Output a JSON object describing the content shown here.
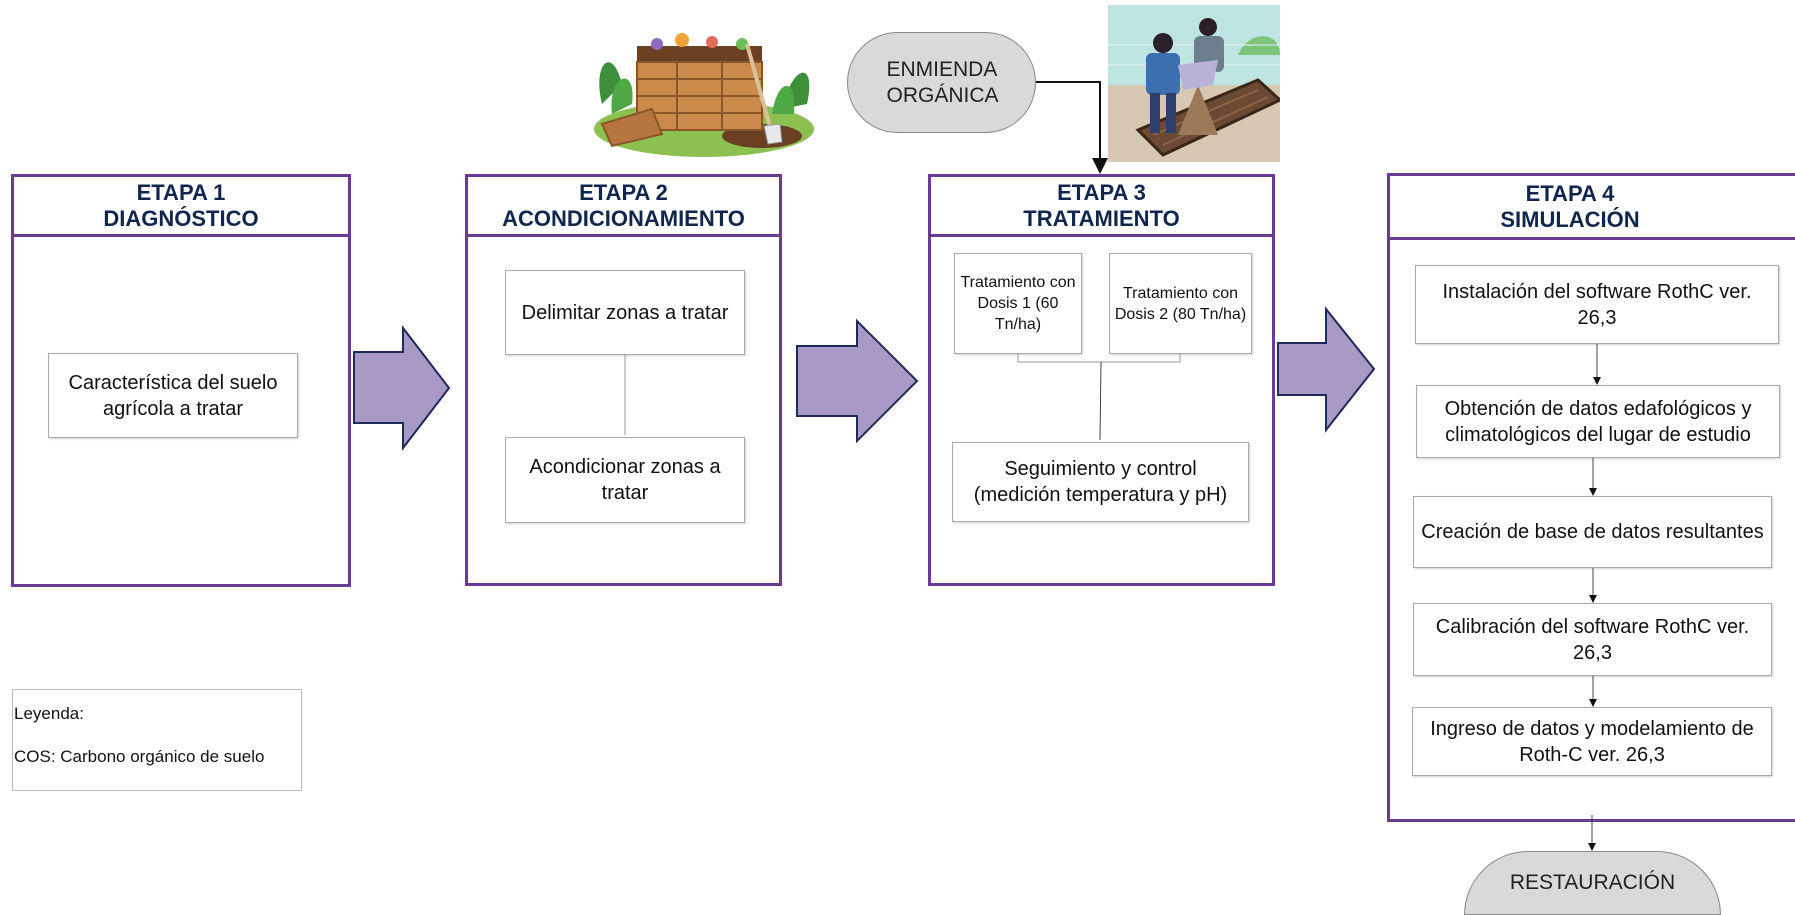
{
  "stages": [
    {
      "title": "ETAPA 1",
      "subtitle": "DIAGNÓSTICO",
      "steps": [
        "Característica del suelo agrícola a tratar"
      ]
    },
    {
      "title": "ETAPA 2",
      "subtitle": "ACONDICIONAMIENTO",
      "steps": [
        "Delimitar zonas a tratar",
        "Acondicionar zonas a tratar"
      ]
    },
    {
      "title": "ETAPA 3",
      "subtitle": "TRATAMIENTO",
      "steps": [
        "Tratamiento con Dosis 1 (60 Tn/ha)",
        "Tratamiento con Dosis 2 (80 Tn/ha)",
        "Seguimiento y control (medición temperatura y pH)"
      ]
    },
    {
      "title": "ETAPA 4",
      "subtitle": "SIMULACIÓN",
      "steps": [
        "Instalación del software RothC ver. 26,3",
        "Obtención de datos edafológicos y climatológicos del lugar de estudio",
        "Creación de base de datos resultantes",
        "Calibración del software RothC ver. 26,3",
        "Ingreso de datos y modelamiento de Roth-C ver. 26,3"
      ]
    }
  ],
  "input": {
    "label": "ENMIENDA ORGÁNICA"
  },
  "output": {
    "label": "RESTAURACIÓN"
  },
  "legend": {
    "title": "Leyenda:",
    "entry": "COS: Carbono orgánico de suelo"
  },
  "colors": {
    "stage_border": "#6b3a95",
    "stage_title": "#10264f",
    "arrow_fill": "#a89ac4",
    "arrow_stroke": "#1d2a5a",
    "pill_fill": "#d9d9d9"
  },
  "icons": [
    "compost-bin-illustration",
    "soil-workers-illustration"
  ]
}
